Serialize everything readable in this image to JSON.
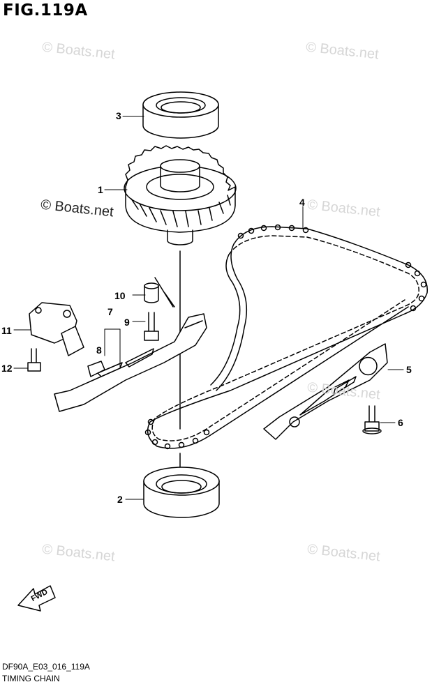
{
  "figure": {
    "title": "FIG.119A",
    "model_code": "DF90A_E03_016_119A",
    "section_name": "TIMING CHAIN"
  },
  "callouts": [
    {
      "id": "1"
    },
    {
      "id": "2"
    },
    {
      "id": "3"
    },
    {
      "id": "4"
    },
    {
      "id": "5"
    },
    {
      "id": "6"
    },
    {
      "id": "7"
    },
    {
      "id": "8"
    },
    {
      "id": "9"
    },
    {
      "id": "10"
    },
    {
      "id": "11"
    },
    {
      "id": "12"
    }
  ],
  "watermark": {
    "text": "© Boats.net"
  },
  "fwd_indicator": {
    "label": "FWD"
  }
}
